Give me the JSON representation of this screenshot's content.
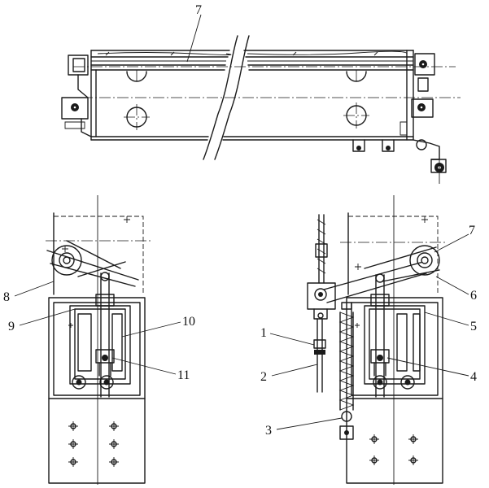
{
  "callouts": {
    "top_7": "7",
    "right_7": "7",
    "c1": "1",
    "c2": "2",
    "c3": "3",
    "c4": "4",
    "c5": "5",
    "c6": "6",
    "c8": "8",
    "c9": "9",
    "c10": "10",
    "c11": "11"
  }
}
